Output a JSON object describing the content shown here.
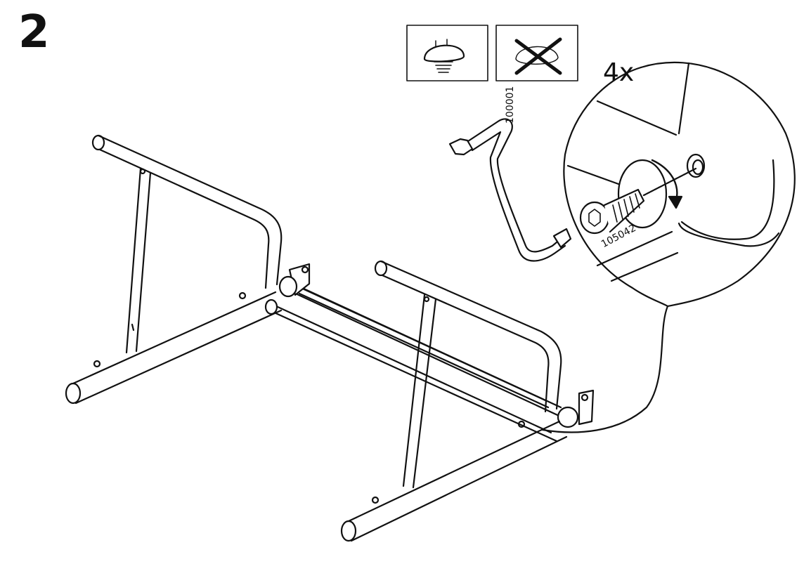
{
  "step": {
    "number": "2"
  },
  "callout": {
    "quantity": "4x"
  },
  "parts": {
    "allen_key_code": "100001",
    "bolt_code": "105042"
  },
  "indicators": {
    "correct": "glide-ok-icon",
    "incorrect": "glide-wrong-icon"
  },
  "colors": {
    "line": "#111111",
    "background": "#ffffff"
  }
}
